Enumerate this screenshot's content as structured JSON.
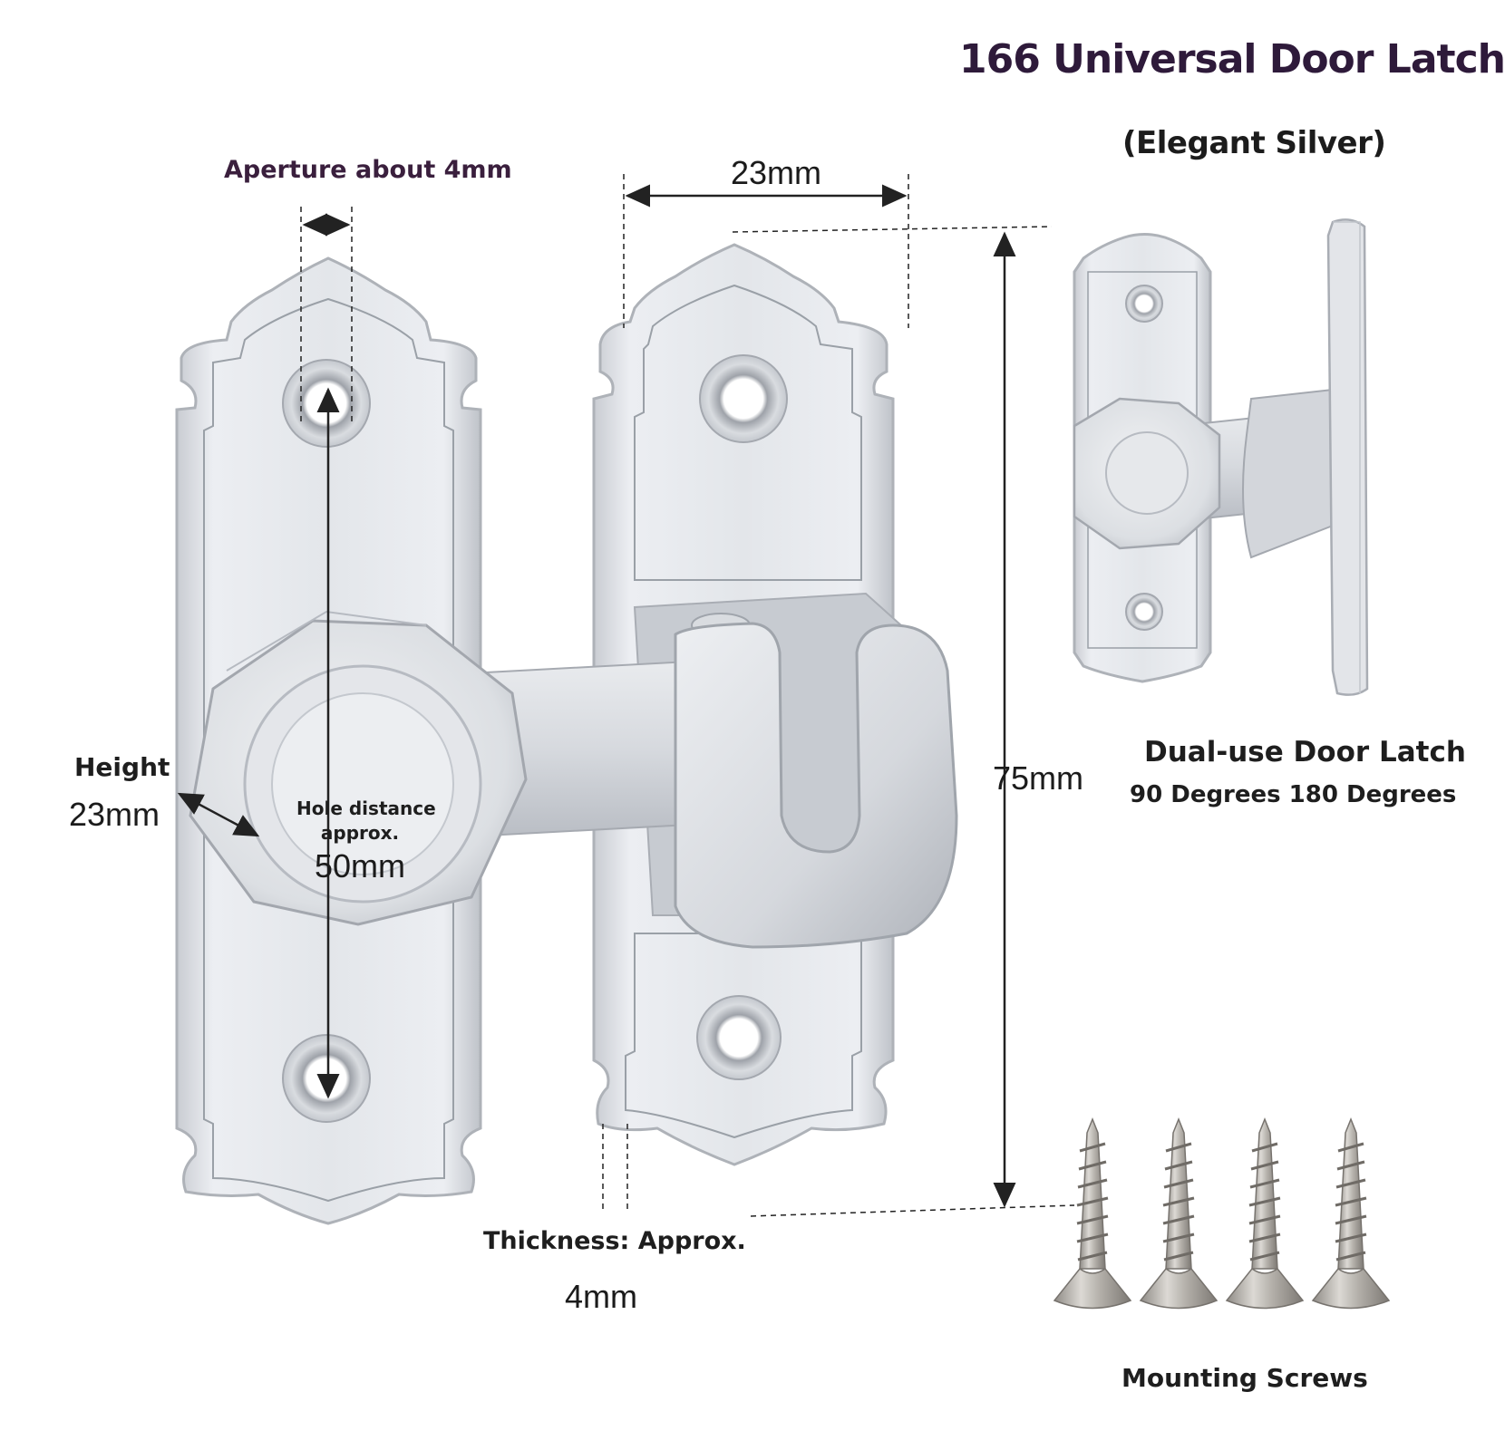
{
  "title": "166 Universal Door Latch",
  "subtitle": "(Elegant Silver)",
  "annotations": {
    "aperture": "Aperture about 4mm",
    "width_dim": "23mm",
    "length_dim": "75mm",
    "height_label": "Height",
    "height_value": "23mm",
    "hole_distance_line1": "Hole distance",
    "hole_distance_line2": "approx.",
    "hole_distance_value": "50mm",
    "thickness_label": "Thickness: Approx.",
    "thickness_value": "4mm"
  },
  "variant": {
    "name": "Dual-use Door Latch",
    "angles": "90 Degrees 180 Degrees"
  },
  "accessories": {
    "screws_label": "Mounting Screws",
    "screw_count": 4
  },
  "colors": {
    "metal_light": "#eef0f3",
    "metal_mid": "#d4d7dc",
    "metal_dark": "#a9adb4",
    "screw": "#b9b6b1",
    "title": "#2e1a3a",
    "dim_line": "#222222"
  }
}
